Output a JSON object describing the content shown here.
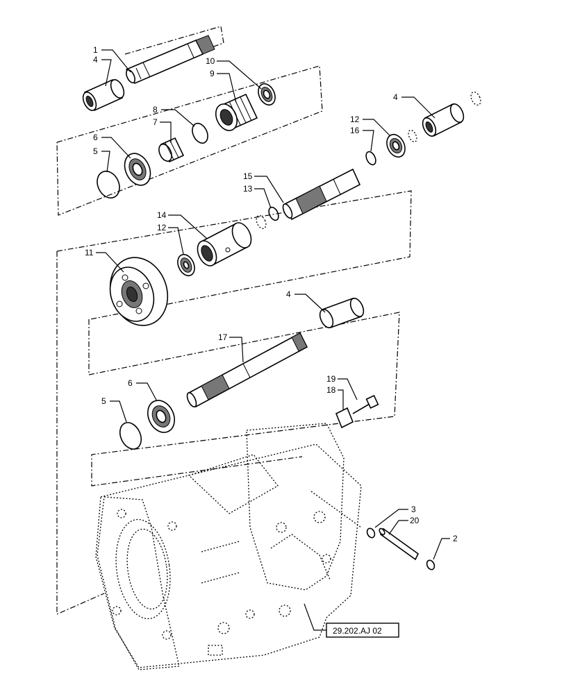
{
  "callouts": [
    {
      "id": "c1",
      "label": "1"
    },
    {
      "id": "c4a",
      "label": "4"
    },
    {
      "id": "c10",
      "label": "10"
    },
    {
      "id": "c9",
      "label": "9"
    },
    {
      "id": "c8",
      "label": "8"
    },
    {
      "id": "c7",
      "label": "7"
    },
    {
      "id": "c6a",
      "label": "6"
    },
    {
      "id": "c5a",
      "label": "5"
    },
    {
      "id": "c4b",
      "label": "4"
    },
    {
      "id": "c12a",
      "label": "12"
    },
    {
      "id": "c16",
      "label": "16"
    },
    {
      "id": "c15",
      "label": "15"
    },
    {
      "id": "c13",
      "label": "13"
    },
    {
      "id": "c14",
      "label": "14"
    },
    {
      "id": "c12b",
      "label": "12"
    },
    {
      "id": "c11",
      "label": "11"
    },
    {
      "id": "c4c",
      "label": "4"
    },
    {
      "id": "c17",
      "label": "17"
    },
    {
      "id": "c19",
      "label": "19"
    },
    {
      "id": "c18",
      "label": "18"
    },
    {
      "id": "c6b",
      "label": "6"
    },
    {
      "id": "c5b",
      "label": "5"
    },
    {
      "id": "c3",
      "label": "3"
    },
    {
      "id": "c20",
      "label": "20"
    },
    {
      "id": "c2",
      "label": "2"
    }
  ],
  "reference_box": {
    "label": "29.202.AJ 02"
  }
}
